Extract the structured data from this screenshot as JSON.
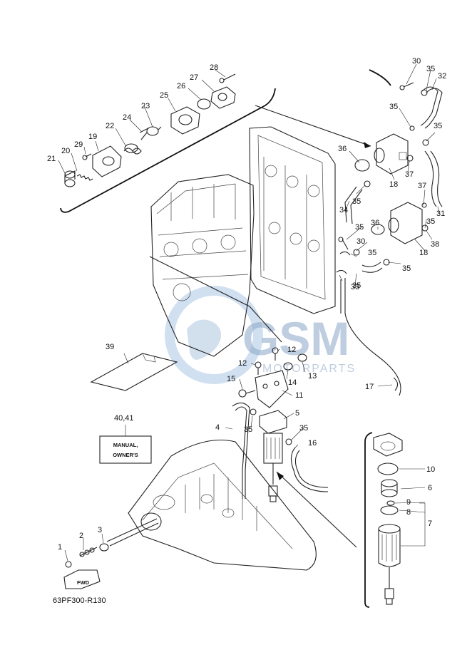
{
  "diagram": {
    "code": "63PF300-R130",
    "manual_label_line1": "MANUAL,",
    "manual_label_line2": "OWNER'S",
    "fwd_label": "FWD",
    "watermark_main": "GSM",
    "watermark_sub": "MOTORPARTS",
    "callouts": {
      "c1": "1",
      "c2": "2",
      "c3": "3",
      "c4": "4",
      "c5": "5",
      "c6": "6",
      "c7": "7",
      "c8": "8",
      "c9": "9",
      "c10": "10",
      "c11": "11",
      "c12a": "12",
      "c12b": "12",
      "c13": "13",
      "c14": "14",
      "c15": "15",
      "c16": "16",
      "c17": "17",
      "c18a": "18",
      "c18b": "18",
      "c19": "19",
      "c20": "20",
      "c21": "21",
      "c22": "22",
      "c23": "23",
      "c24": "24",
      "c25": "25",
      "c26": "26",
      "c27": "27",
      "c28": "28",
      "c29": "29",
      "c30a": "30",
      "c30b": "30",
      "c31": "31",
      "c32": "32",
      "c33": "33",
      "c34": "34",
      "c35a": "35",
      "c35b": "35",
      "c35c": "35",
      "c35d": "35",
      "c35e": "35",
      "c35f": "35",
      "c35g": "35",
      "c35h": "35",
      "c35i": "35",
      "c35j": "35",
      "c35k": "35",
      "c36a": "36",
      "c36b": "36",
      "c37a": "37",
      "c37b": "37",
      "c38": "38",
      "c39": "39",
      "c4041": "40,41"
    }
  }
}
